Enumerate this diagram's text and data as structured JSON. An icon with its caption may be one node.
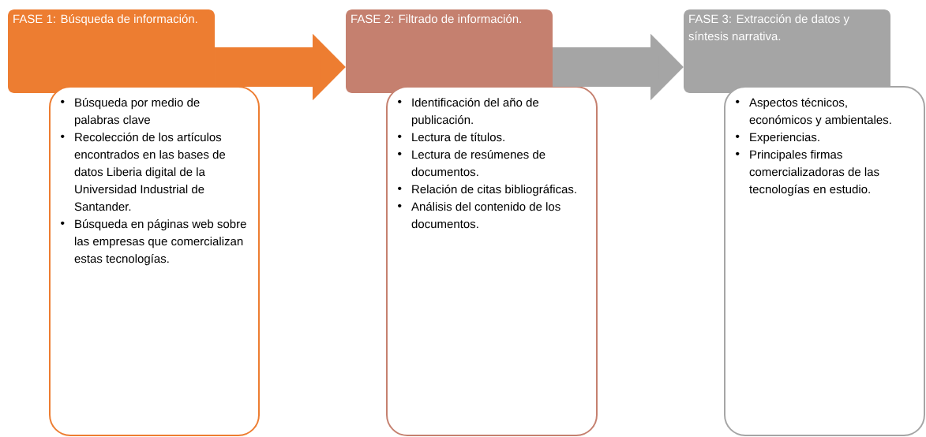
{
  "diagram": {
    "nodes": [
      {
        "text": [
          "FASE 1: Búsqueda de información."
        ]
      },
      {
        "text": [
          "Búsqueda por medio de palabras clave",
          "Recolección de los artículos encontrados en las bases de datos Liberia digital de la Universidad Industrial de Santander.",
          "Búsqueda en páginas web sobre las empresas que comercializan estas tecnologías."
        ]
      },
      {
        "text": [
          "FASE 2: Filtrado de información."
        ]
      },
      {
        "text": [
          "Identificación del año de publicación.",
          "Lectura de títulos.",
          "Lectura de resúmenes de documentos.",
          "Relación de citas bibliográficas.",
          "Análisis del contenido de los documentos."
        ]
      },
      {
        "text": [
          "FASE 3: Extracción de datos y síntesis narrativa."
        ]
      },
      {
        "text": [
          "Aspectos técnicos, económicos y ambientales.",
          "Experiencias.",
          "Principales firmas comercializadoras de las tecnologías en estudio."
        ]
      }
    ],
    "edges": [
      {
        "from": 0,
        "to": 2,
        "arrow": "to",
        "color": "#ed7d31"
      },
      {
        "from": 2,
        "to": 4,
        "arrow": "to",
        "color": "#a5a5a5"
      }
    ]
  }
}
